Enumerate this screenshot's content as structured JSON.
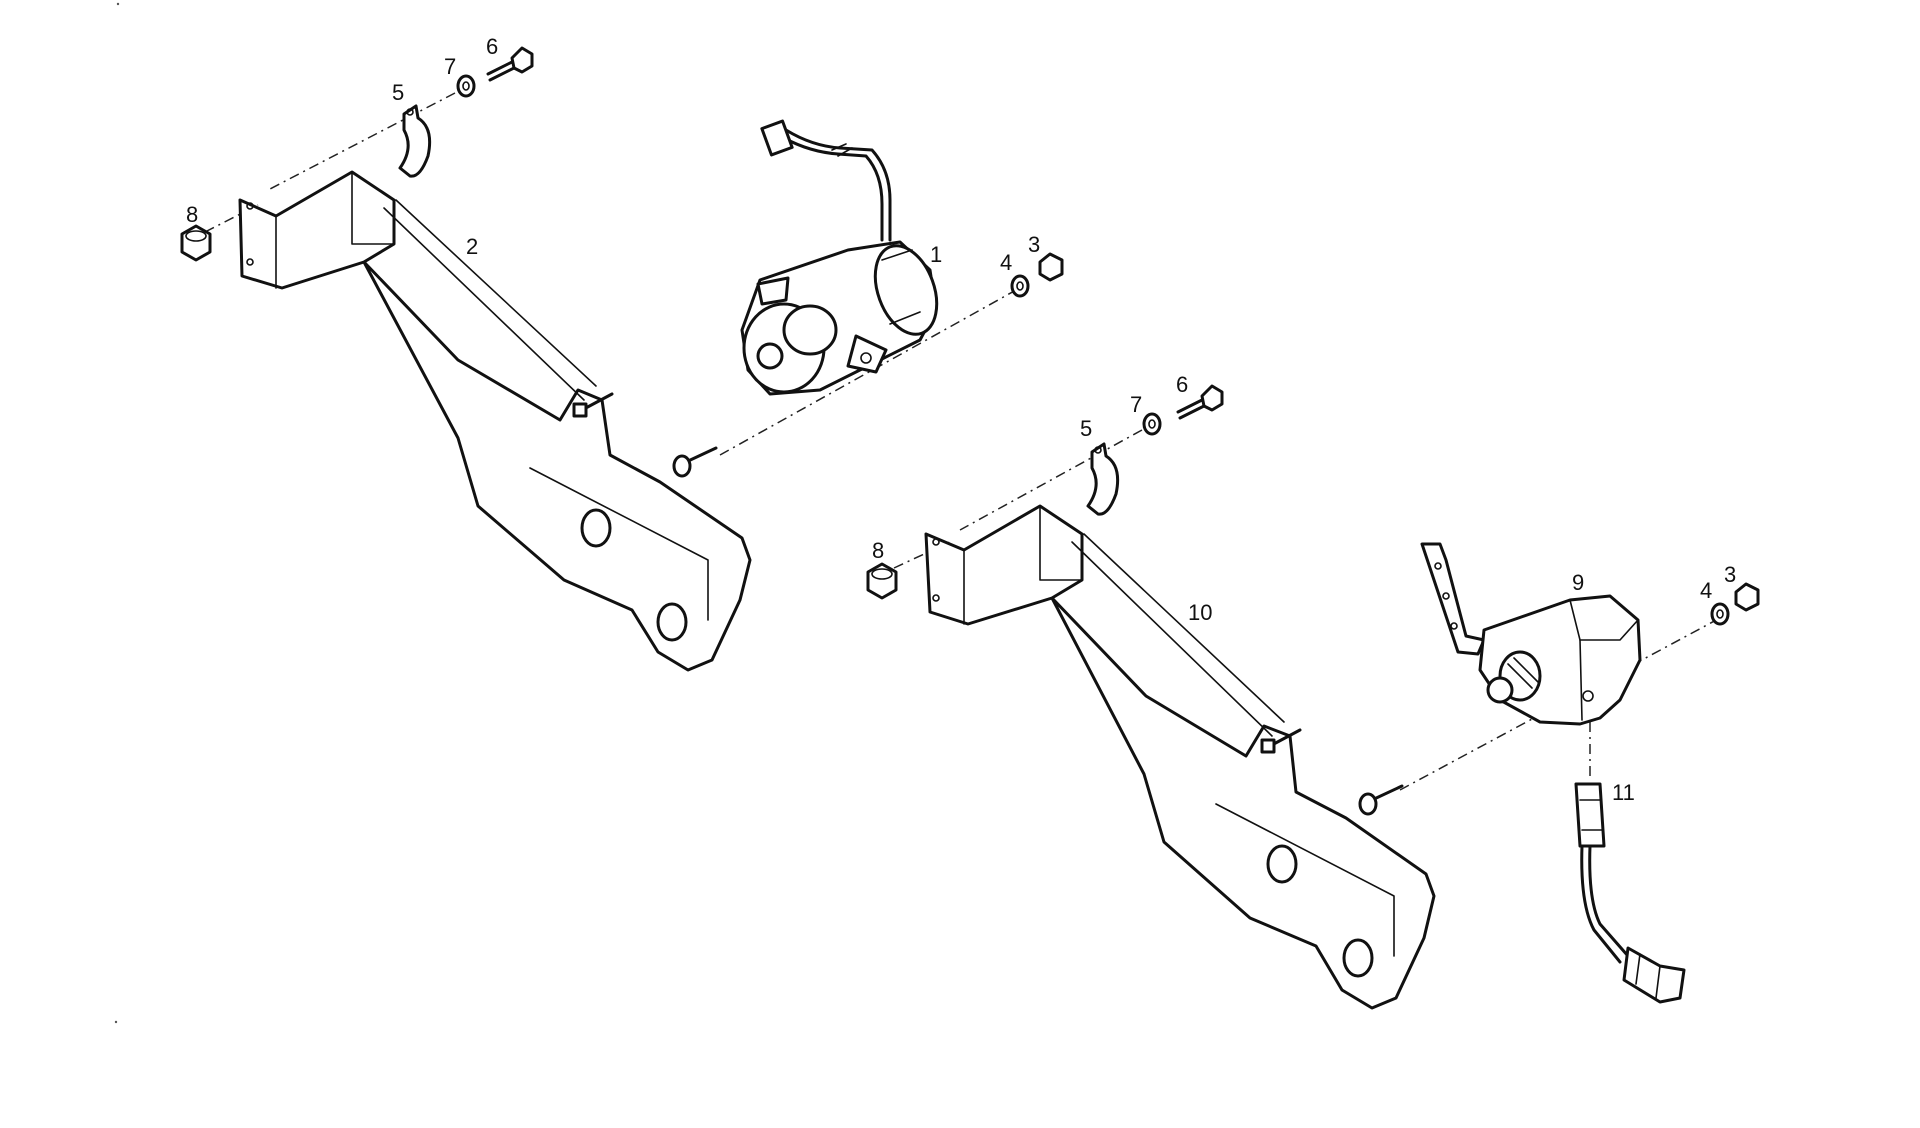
{
  "callouts": {
    "a1": "1",
    "a2": "2",
    "a3": "3",
    "a4": "4",
    "a5": "5",
    "a6": "6",
    "a7": "7",
    "a8": "8",
    "b3": "3",
    "b4": "4",
    "b5": "5",
    "b6": "6",
    "b7": "7",
    "b8": "8",
    "b9": "9",
    "b10": "10",
    "b11": "11"
  }
}
